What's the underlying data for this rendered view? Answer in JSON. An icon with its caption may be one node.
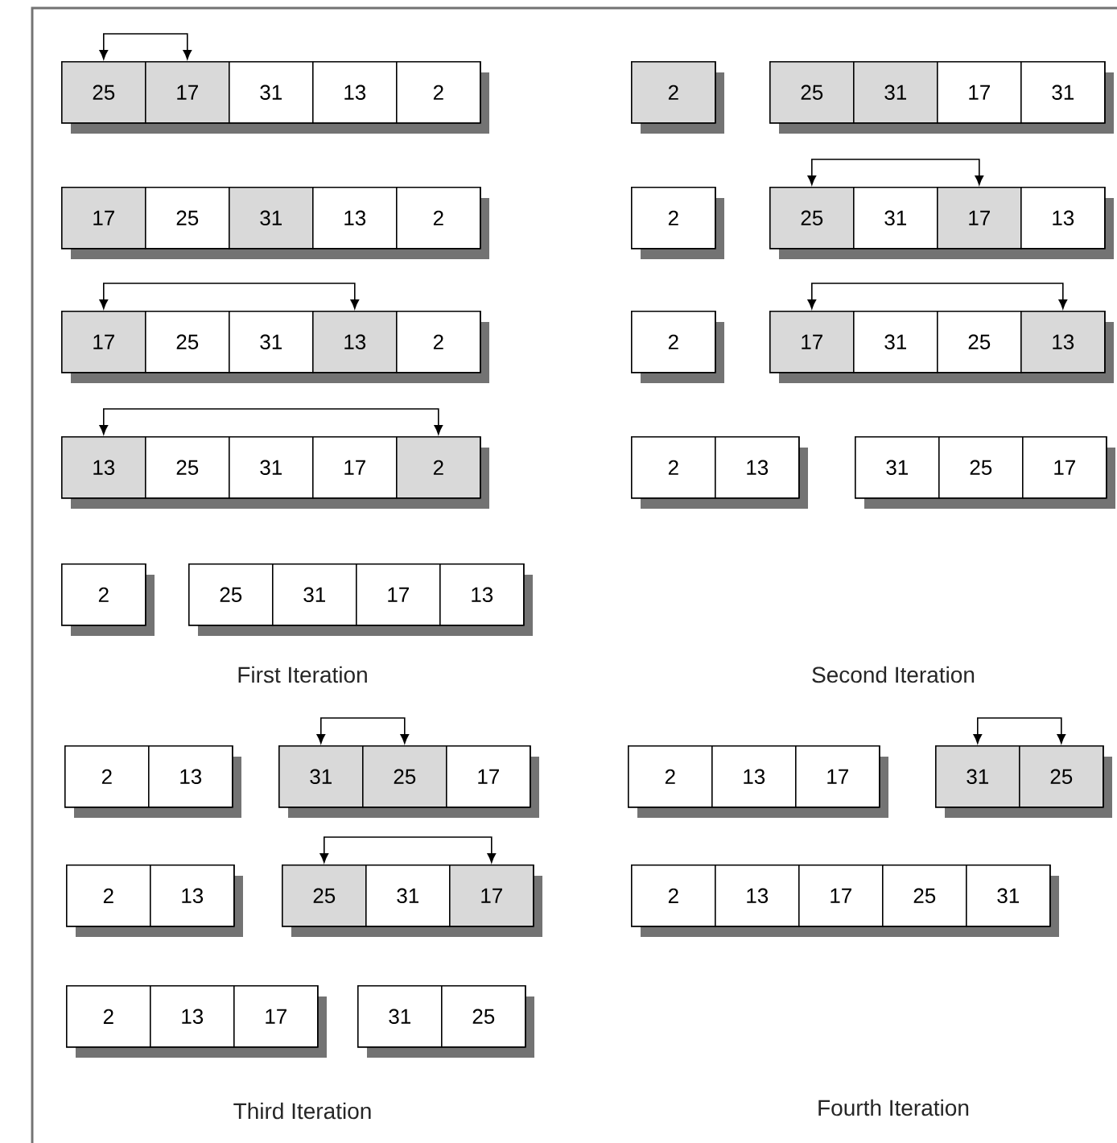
{
  "diagram": {
    "nodes": [
      {
        "text": [],
        "shape": "box"
      },
      {
        "text": [
          "25"
        ],
        "in": 0
      },
      {
        "text": [
          "17"
        ],
        "in": 0
      },
      {
        "text": [
          "31"
        ],
        "in": 0
      },
      {
        "text": [
          "13"
        ],
        "in": 0
      },
      {
        "text": [
          "2"
        ],
        "in": 0
      },
      {
        "text": [],
        "shape": "box"
      },
      {
        "text": [
          "17"
        ],
        "in": 6
      },
      {
        "text": [
          "25"
        ],
        "in": 6
      },
      {
        "text": [
          "31"
        ],
        "in": 6
      },
      {
        "text": [
          "13"
        ],
        "in": 6
      },
      {
        "text": [
          "2"
        ],
        "in": 6
      },
      {
        "text": [],
        "shape": "box"
      },
      {
        "text": [
          "17"
        ],
        "in": 12
      },
      {
        "text": [
          "25"
        ],
        "in": 12
      },
      {
        "text": [
          "31"
        ],
        "in": 12
      },
      {
        "text": [
          "13"
        ],
        "in": 12
      },
      {
        "text": [
          "2"
        ],
        "in": 12
      },
      {
        "text": [],
        "shape": "box"
      },
      {
        "text": [
          "13"
        ],
        "in": 18
      },
      {
        "text": [
          "25"
        ],
        "in": 18
      },
      {
        "text": [
          "31"
        ],
        "in": 18
      },
      {
        "text": [
          "17"
        ],
        "in": 18
      },
      {
        "text": [
          "2"
        ],
        "in": 18
      },
      {
        "text": [],
        "shape": "box"
      },
      {
        "text": [
          "2"
        ],
        "in": 24
      },
      {
        "text": [],
        "shape": "box"
      },
      {
        "text": [
          "25"
        ],
        "in": 26
      },
      {
        "text": [
          "31"
        ],
        "in": 26
      },
      {
        "text": [
          "17"
        ],
        "in": 26
      },
      {
        "text": [
          "13"
        ],
        "in": 26
      },
      {
        "text": [],
        "shape": "box"
      },
      {
        "text": [
          "2"
        ],
        "in": 31
      },
      {
        "text": [],
        "shape": "box"
      },
      {
        "text": [
          "25"
        ],
        "in": 33
      },
      {
        "text": [
          "31"
        ],
        "in": 33
      },
      {
        "text": [
          "17"
        ],
        "in": 33
      },
      {
        "text": [
          "31"
        ],
        "in": 33
      },
      {
        "text": [],
        "shape": "box"
      },
      {
        "text": [
          "2"
        ],
        "in": 38
      },
      {
        "text": [],
        "shape": "box"
      },
      {
        "text": [
          "25"
        ],
        "in": 40
      },
      {
        "text": [
          "31"
        ],
        "in": 40
      },
      {
        "text": [
          "17"
        ],
        "in": 40
      },
      {
        "text": [
          "13"
        ],
        "in": 40
      },
      {
        "text": [],
        "shape": "box"
      },
      {
        "text": [
          "2"
        ],
        "in": 45
      },
      {
        "text": [],
        "shape": "box"
      },
      {
        "text": [
          "17"
        ],
        "in": 47
      },
      {
        "text": [
          "31"
        ],
        "in": 47
      },
      {
        "text": [
          "25"
        ],
        "in": 47
      },
      {
        "text": [
          "13"
        ],
        "in": 47
      },
      {
        "text": [],
        "shape": "box"
      },
      {
        "text": [
          "2"
        ],
        "in": 52
      },
      {
        "text": [
          "13"
        ],
        "in": 52
      },
      {
        "text": [],
        "shape": "box"
      },
      {
        "text": [
          "31"
        ],
        "in": 55
      },
      {
        "text": [
          "25"
        ],
        "in": 55
      },
      {
        "text": [
          "17"
        ],
        "in": 55
      },
      {
        "text": [],
        "shape": "box"
      },
      {
        "text": [
          "2"
        ],
        "in": 59
      },
      {
        "text": [
          "13"
        ],
        "in": 59
      },
      {
        "text": [],
        "shape": "box"
      },
      {
        "text": [
          "31"
        ],
        "in": 62
      },
      {
        "text": [
          "25"
        ],
        "in": 62
      },
      {
        "text": [
          "17"
        ],
        "in": 62
      },
      {
        "text": [],
        "shape": "box"
      },
      {
        "text": [
          "2"
        ],
        "in": 66
      },
      {
        "text": [
          "13"
        ],
        "in": 66
      },
      {
        "text": [],
        "shape": "box"
      },
      {
        "text": [
          "25"
        ],
        "in": 69
      },
      {
        "text": [
          "31"
        ],
        "in": 69
      },
      {
        "text": [
          "17"
        ],
        "in": 69
      },
      {
        "text": [],
        "shape": "box"
      },
      {
        "text": [
          "2"
        ],
        "in": 73
      },
      {
        "text": [
          "13"
        ],
        "in": 73
      },
      {
        "text": [
          "17"
        ],
        "in": 73
      },
      {
        "text": [],
        "shape": "box"
      },
      {
        "text": [
          "31"
        ],
        "in": 77
      },
      {
        "text": [
          "25"
        ],
        "in": 77
      },
      {
        "text": [],
        "shape": "box"
      },
      {
        "text": [
          "2"
        ],
        "in": 80
      },
      {
        "text": [
          "13"
        ],
        "in": 80
      },
      {
        "text": [
          "17"
        ],
        "in": 80
      },
      {
        "text": [],
        "shape": "box"
      },
      {
        "text": [
          "31"
        ],
        "in": 84
      },
      {
        "text": [
          "25"
        ],
        "in": 84
      },
      {
        "text": [],
        "shape": "box"
      },
      {
        "text": [
          "2"
        ],
        "in": 87
      },
      {
        "text": [
          "13"
        ],
        "in": 87
      },
      {
        "text": [
          "17"
        ],
        "in": 87
      },
      {
        "text": [
          "25"
        ],
        "in": 87
      },
      {
        "text": [
          "31"
        ],
        "in": 87
      }
    ],
    "edges": [
      {
        "from": 1,
        "to": 2,
        "arrow": "both"
      },
      {
        "from": 13,
        "to": 16,
        "arrow": "both"
      },
      {
        "from": 19,
        "to": 23,
        "arrow": "both"
      },
      {
        "from": 41,
        "to": 43,
        "arrow": "both"
      },
      {
        "from": 48,
        "to": 51,
        "arrow": "both"
      },
      {
        "from": 63,
        "to": 64,
        "arrow": "both"
      },
      {
        "from": 70,
        "to": 72,
        "arrow": "both"
      },
      {
        "from": 85,
        "to": 86,
        "arrow": "both"
      }
    ],
    "labels": [
      "First Iteration",
      "Second Iteration",
      "Third Iteration",
      "Fourth Iteration"
    ]
  }
}
